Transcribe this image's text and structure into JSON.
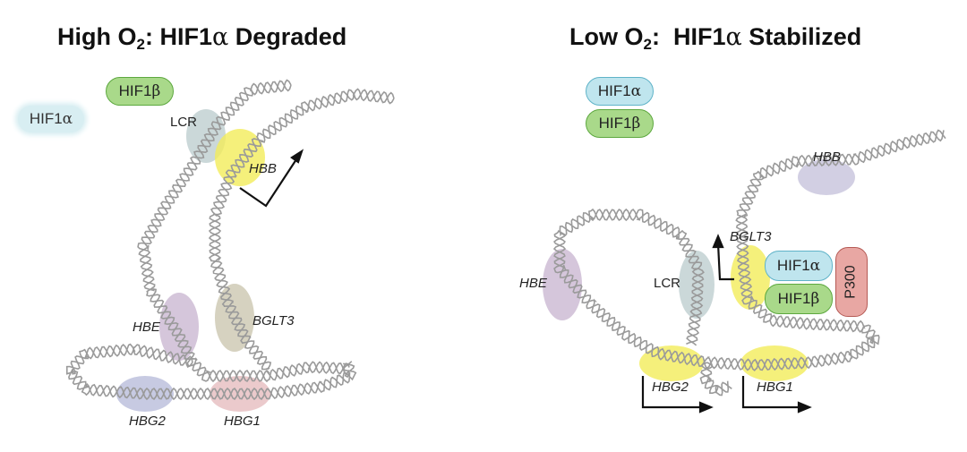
{
  "left": {
    "title": {
      "prefix": "High O",
      "sub": "2",
      "middle": ": HIF1",
      "greek": "α",
      "suffix": " Degraded"
    },
    "hif1b": {
      "text": "HIF1",
      "greek": "β"
    },
    "hif1a": {
      "text": "HIF1",
      "greek": "α"
    },
    "labels": {
      "lcr": "LCR",
      "hbb": "HBB",
      "hbe": "HBE",
      "bglt3": "BGLT3",
      "hbg2": "HBG2",
      "hbg1": "HBG1"
    }
  },
  "right": {
    "title": {
      "prefix": "Low O",
      "sub": "2",
      "middle": ":  HIF1",
      "greek": "α",
      "suffix": " Stabilized"
    },
    "hif1a": {
      "text": "HIF1",
      "greek": "α"
    },
    "hif1b": {
      "text": "HIF1",
      "greek": "β"
    },
    "complex_hif1a": {
      "text": "HIF1",
      "greek": "α"
    },
    "complex_hif1b": {
      "text": "HIF1",
      "greek": "β"
    },
    "p300": "P300",
    "labels": {
      "hbb": "HBB",
      "bglt3": "BGLT3",
      "hbe": "HBE",
      "lcr": "LCR",
      "hbg2": "HBG2",
      "hbg1": "HBG1"
    }
  },
  "colors": {
    "dna": "#9a9a9a",
    "highlight_yellow": "#f3ec5a",
    "lcr_gray": "#b5c7c9",
    "hbe_purple": "#c7b3cf",
    "hbg2_blue": "#b4b8d8",
    "hbg1_pink": "#e4b8bb",
    "bglt3_brown": "#c5bfa5",
    "hif1a": "#bfe5ee",
    "hif1b": "#a9d98a",
    "p300": "#e8a7a3"
  }
}
